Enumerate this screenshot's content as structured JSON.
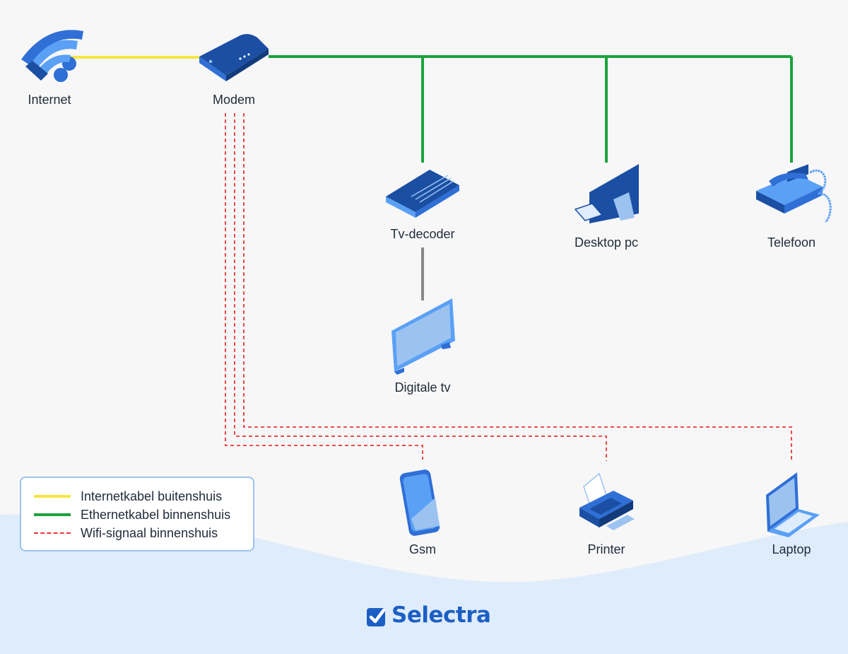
{
  "nodes": {
    "internet": "Internet",
    "modem": "Modem",
    "tv_decoder": "Tv-decoder",
    "desktop_pc": "Desktop pc",
    "telefoon": "Telefoon",
    "digitale_tv": "Digitale tv",
    "gsm": "Gsm",
    "printer": "Printer",
    "laptop": "Laptop"
  },
  "legend": {
    "items": [
      {
        "label": "Internetkabel buitenshuis",
        "color": "#f5e642",
        "style": "solid"
      },
      {
        "label": "Ethernetkabel binnenshuis",
        "color": "#1aa33c",
        "style": "solid"
      },
      {
        "label": "Wifi-signaal binnenshuis",
        "color": "#e53935",
        "style": "dashed"
      }
    ]
  },
  "brand": {
    "name": "Selectra"
  },
  "colors": {
    "internet_cable": "#f5e642",
    "ethernet_cable": "#1aa33c",
    "wifi_signal": "#e53935",
    "tv_link": "#888888",
    "device_dark": "#1a4fa3",
    "device_light": "#5aa0f5",
    "wave": "#dfecfb"
  },
  "icons": [
    "wifi-icon",
    "modem-icon",
    "tv-decoder-icon",
    "desktop-pc-icon",
    "telephone-icon",
    "television-icon",
    "smartphone-icon",
    "printer-icon",
    "laptop-icon",
    "selectra-check-icon"
  ]
}
